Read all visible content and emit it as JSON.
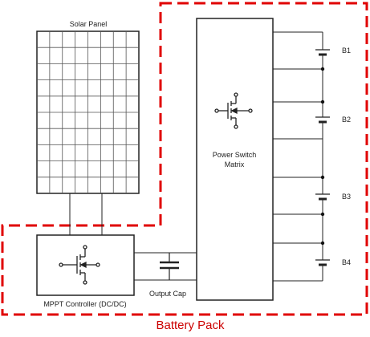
{
  "labels": {
    "solar_panel": "Solar Panel",
    "power_switch_line1": "Power Switch",
    "power_switch_line2": "Matrix",
    "mppt_controller": "MPPT Controller (DC/DC)",
    "output_cap": "Output Cap",
    "battery_pack": "Battery Pack"
  },
  "batteries": [
    "B1",
    "B2",
    "B3",
    "B4"
  ],
  "colors": {
    "line": "#1a1a1a",
    "pack_border": "#e00000",
    "pack_label": "#cc0000"
  },
  "icons": {
    "transistor": "mosfet-transistor-icon",
    "capacitor": "capacitor-icon",
    "battery": "battery-cell-icon"
  }
}
